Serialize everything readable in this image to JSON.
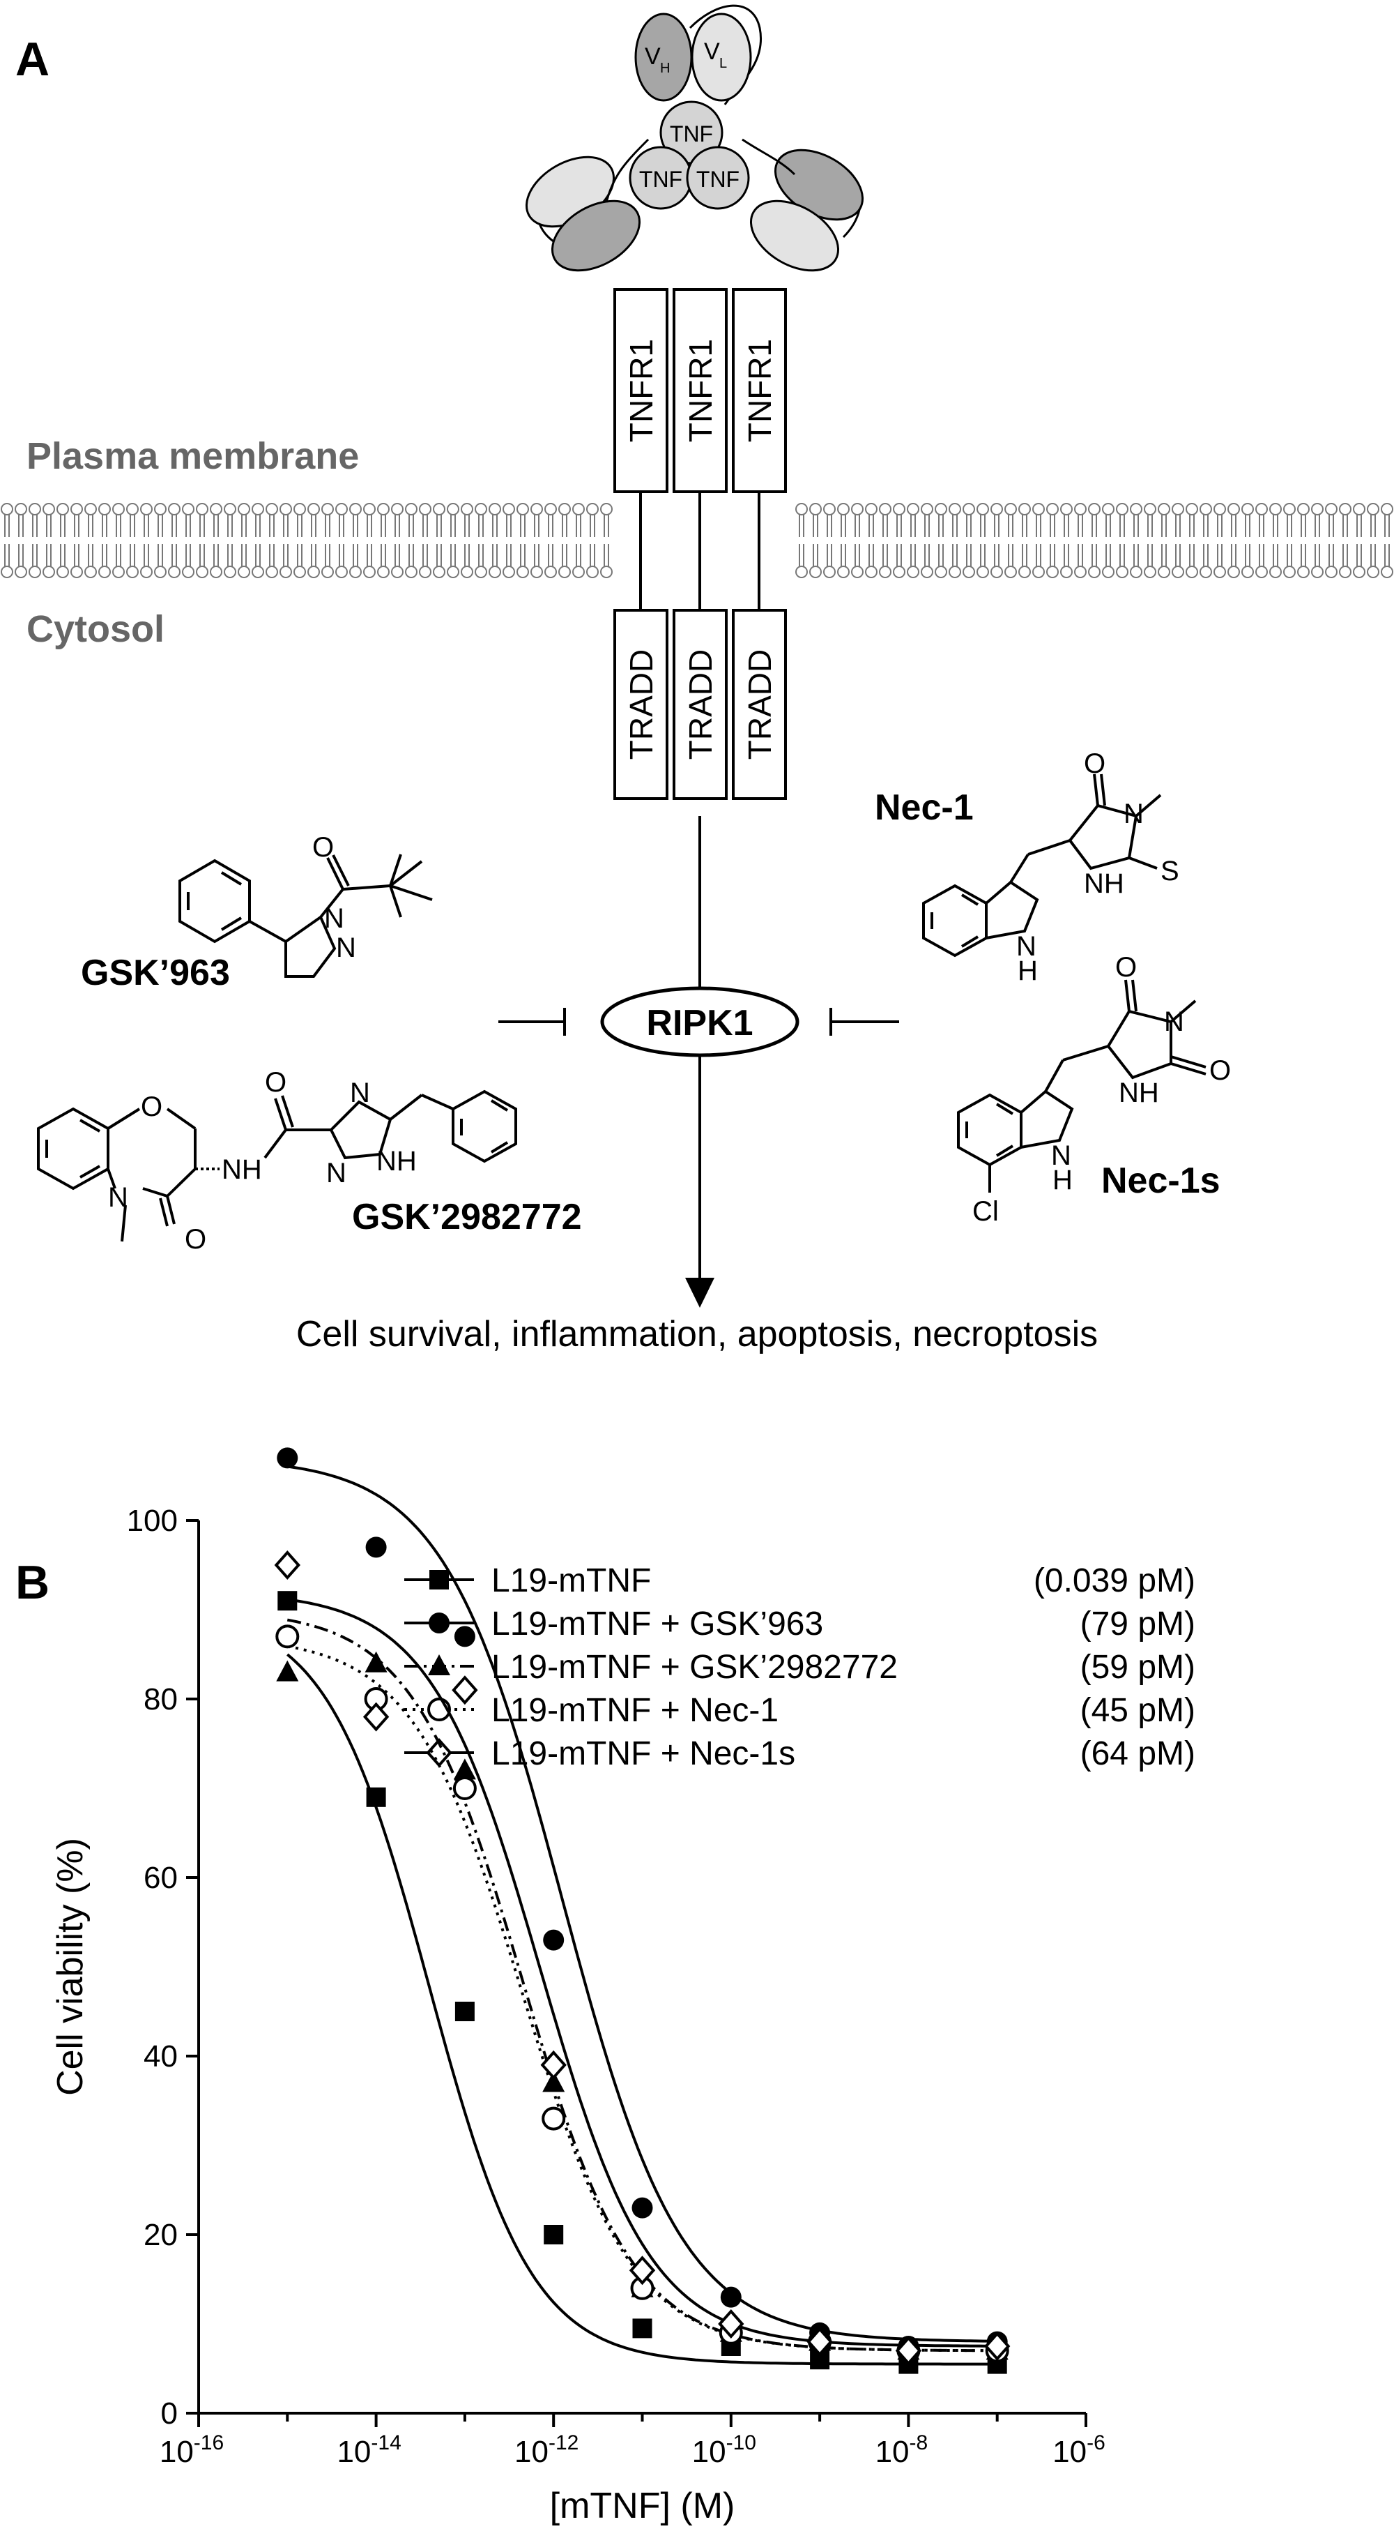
{
  "panel_a": {
    "letter": "A",
    "labels": {
      "vh": "V",
      "vh_sub": "H",
      "vl": "V",
      "vl_sub": "L",
      "tnf": "TNF",
      "tnfr1": "TNFR1",
      "tradd": "TRADD",
      "plasma_membrane": "Plasma membrane",
      "cytosol": "Cytosol",
      "ripk1": "RIPK1",
      "outcome": "Cell survival, inflammation, apoptosis, necroptosis"
    },
    "compounds": {
      "gsk963": "GSK’963",
      "gsk2982772": "GSK’2982772",
      "nec1": "Nec-1",
      "nec1s": "Nec-1s"
    },
    "atoms": {
      "O": "O",
      "N": "N",
      "NH": "NH",
      "N_H": "H",
      "S": "S",
      "Cl": "Cl"
    },
    "colors": {
      "dark_domain": "#a6a6a6",
      "light_domain": "#e3e3e3",
      "membrane_text": "#666666"
    }
  },
  "panel_b": {
    "letter": "B"
  },
  "chart_data": {
    "type": "scatter",
    "xlabel": "[mTNF] (M)",
    "ylabel": "Cell viability (%)",
    "x_scale": "log",
    "xlim": [
      1e-16,
      1e-06
    ],
    "ylim": [
      0,
      100
    ],
    "x_tick_labels": [
      {
        "base": "10",
        "exp": "-16"
      },
      {
        "base": "10",
        "exp": "-14"
      },
      {
        "base": "10",
        "exp": "-12"
      },
      {
        "base": "10",
        "exp": "-10"
      },
      {
        "base": "10",
        "exp": "-8"
      },
      {
        "base": "10",
        "exp": "-6"
      }
    ],
    "y_ticks": [
      "0",
      "20",
      "40",
      "60",
      "80",
      "100"
    ],
    "x": [
      1e-15,
      1e-14,
      1e-13,
      1e-12,
      1e-11,
      1e-10,
      1e-09,
      1e-08,
      1e-07
    ],
    "legend_position": "top",
    "series": [
      {
        "name": "L19-mTNF",
        "ic50": "(0.039 pM)",
        "marker": "square",
        "line": "solid",
        "values": [
          91,
          69,
          45,
          20,
          9.5,
          7.5,
          6,
          5.5,
          5.5
        ]
      },
      {
        "name": "L19-mTNF + GSK’963",
        "ic50": "(79 pM)",
        "marker": "circle",
        "line": "solid",
        "values": [
          107,
          97,
          87,
          53,
          23,
          13,
          9,
          7.5,
          8
        ]
      },
      {
        "name": "L19-mTNF + GSK’2982772",
        "ic50": "(59 pM)",
        "marker": "triangle",
        "line": "dashdot",
        "values": [
          83,
          84,
          72,
          37,
          14,
          9,
          8,
          7,
          7
        ]
      },
      {
        "name": "L19-mTNF + Nec-1",
        "ic50": "(45 pM)",
        "marker": "open-circle",
        "line": "dotted",
        "values": [
          87,
          80,
          70,
          33,
          14,
          9,
          8,
          7,
          7
        ]
      },
      {
        "name": "L19-mTNF + Nec-1s",
        "ic50": "(64 pM)",
        "marker": "open-diamond",
        "line": "solid",
        "values": [
          95,
          78,
          81,
          39,
          16,
          10,
          8,
          7,
          7.5
        ]
      }
    ]
  }
}
